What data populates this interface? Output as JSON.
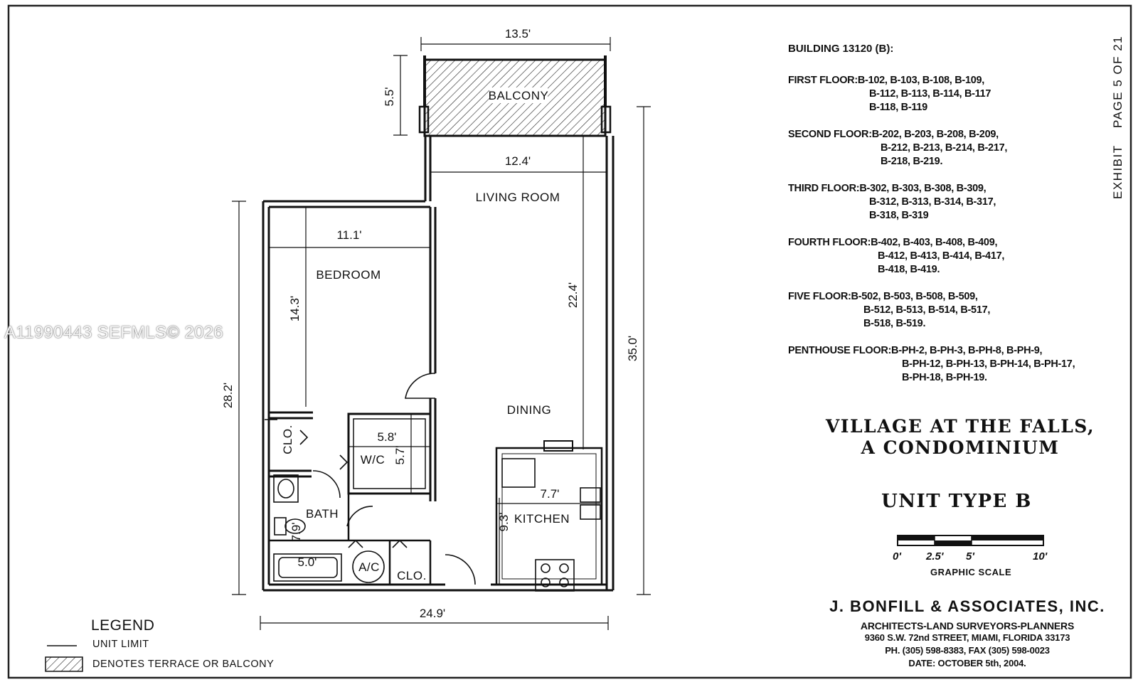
{
  "watermark": "A11990443  SEFMLS© 2026",
  "exhibit_label": "EXHIBIT",
  "page_label": "PAGE 5 OF 21",
  "rooms": {
    "balcony": "BALCONY",
    "living_room": "LIVING ROOM",
    "bedroom": "BEDROOM",
    "dining": "DINING",
    "kitchen": "KITCHEN",
    "bath": "BATH",
    "wc": "W/C",
    "closet_1": "CLO.",
    "closet_2": "CLO.",
    "ac": "A/C"
  },
  "dimensions": {
    "balcony_width": "13.5'",
    "balcony_depth": "5.5'",
    "living_width": "12.4'",
    "bedroom_width": "11.1'",
    "bedroom_depth": "14.3'",
    "living_depth": "22.4'",
    "unit_depth": "35.0'",
    "left_depth": "28.2'",
    "wc_width": "5.8'",
    "wc_depth": "5.7'",
    "kitchen_width": "7.7'",
    "kitchen_depth": "9.3'",
    "bath_tub": "5.0'",
    "bath_depth": "7.9'",
    "unit_width": "24.9'"
  },
  "building": {
    "title": "BUILDING 13120 (B):",
    "floors": [
      {
        "label": "FIRST FLOOR:",
        "lines": [
          "B-102, B-103, B-108, B-109,",
          "B-112, B-113, B-114, B-117",
          "B-118, B-119"
        ]
      },
      {
        "label": "SECOND FLOOR:",
        "lines": [
          "B-202, B-203, B-208, B-209,",
          "B-212, B-213, B-214, B-217,",
          "B-218, B-219."
        ]
      },
      {
        "label": "THIRD FLOOR:",
        "lines": [
          "B-302, B-303, B-308, B-309,",
          "B-312, B-313, B-314, B-317,",
          "B-318, B-319"
        ]
      },
      {
        "label": "FOURTH FLOOR:",
        "lines": [
          "B-402, B-403, B-408, B-409,",
          "B-412, B-413, B-414, B-417,",
          "B-418, B-419."
        ]
      },
      {
        "label": "FIVE FLOOR:",
        "lines": [
          "B-502, B-503, B-508, B-509,",
          "B-512, B-513, B-514, B-517,",
          "B-518, B-519."
        ]
      },
      {
        "label": "PENTHOUSE FLOOR:",
        "lines": [
          "B-PH-2, B-PH-3, B-PH-8, B-PH-9,",
          "B-PH-12, B-PH-13,  B-PH-14, B-PH-17,",
          "B-PH-18, B-PH-19."
        ]
      }
    ]
  },
  "project": {
    "title_line1": "VILLAGE AT THE FALLS,",
    "title_line2": "A CONDOMINIUM",
    "unit_type": "UNIT TYPE B"
  },
  "scale": {
    "ticks": [
      "0'",
      "2.5'",
      "5'",
      "10'"
    ],
    "label": "GRAPHIC SCALE"
  },
  "firm": {
    "name": "J. BONFILL & ASSOCIATES, INC.",
    "subtitle": "ARCHITECTS-LAND SURVEYORS-PLANNERS",
    "address": "9360 S.W. 72nd STREET, MIAMI, FLORIDA 33173",
    "phone": "PH. (305) 598-8383, FAX (305) 598-0023",
    "date": "DATE: OCTOBER 5th, 2004."
  },
  "legend": {
    "title": "LEGEND",
    "unit_limit": "UNIT LIMIT",
    "terrace": "DENOTES TERRACE OR BALCONY"
  }
}
